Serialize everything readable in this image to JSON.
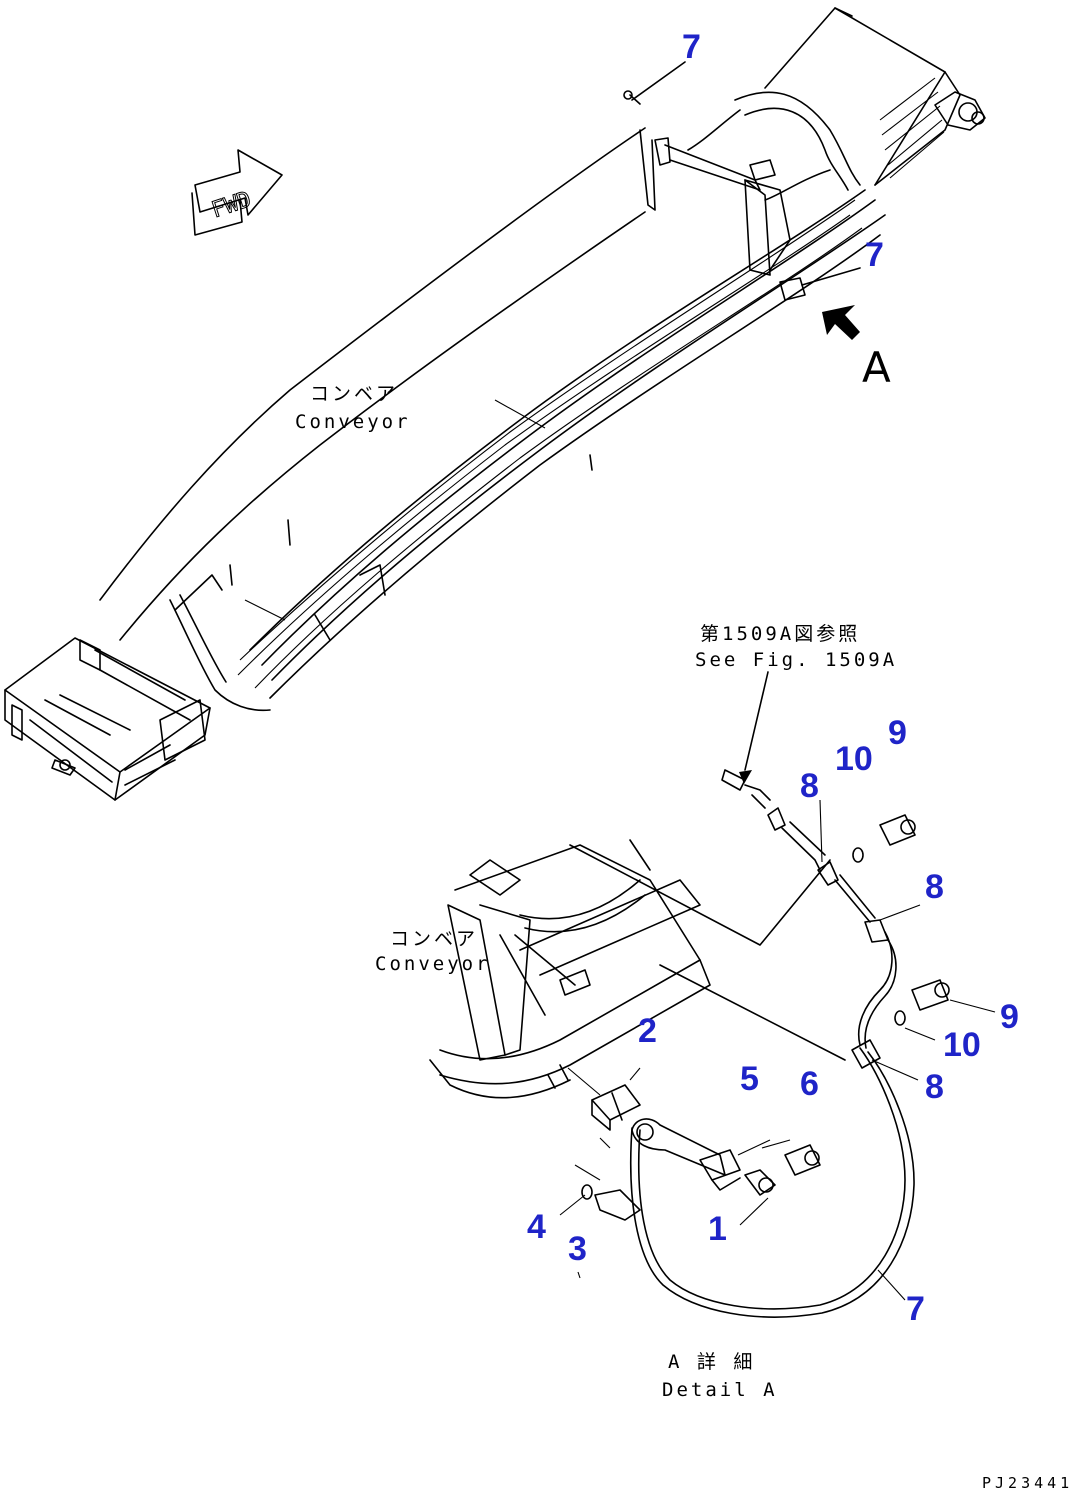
{
  "fwd_label": "FWD",
  "view_letter": "A",
  "conveyor_top": {
    "jp": "コンベア",
    "en": "Conveyor"
  },
  "conveyor_detail": {
    "jp": "コンベア",
    "en": "Conveyor"
  },
  "see_fig": {
    "jp": "第1509A図参照",
    "en": "See Fig. 1509A"
  },
  "detail": {
    "jp": "A 詳 細",
    "en": "Detail A"
  },
  "part_id": "PJ23441",
  "callouts": [
    {
      "id": "c7a",
      "label": "7"
    },
    {
      "id": "c7b",
      "label": "7"
    },
    {
      "id": "c9a",
      "label": "9"
    },
    {
      "id": "c10a",
      "label": "10"
    },
    {
      "id": "c8a",
      "label": "8"
    },
    {
      "id": "c8b",
      "label": "8"
    },
    {
      "id": "c9b",
      "label": "9"
    },
    {
      "id": "c10b",
      "label": "10"
    },
    {
      "id": "c8c",
      "label": "8"
    },
    {
      "id": "c2",
      "label": "2"
    },
    {
      "id": "c5",
      "label": "5"
    },
    {
      "id": "c6",
      "label": "6"
    },
    {
      "id": "c4",
      "label": "4"
    },
    {
      "id": "c3",
      "label": "3"
    },
    {
      "id": "c1",
      "label": "1"
    },
    {
      "id": "c7c",
      "label": "7"
    }
  ],
  "colors": {
    "callout": "#1f24c8",
    "line": "#000000",
    "background": "#ffffff"
  }
}
